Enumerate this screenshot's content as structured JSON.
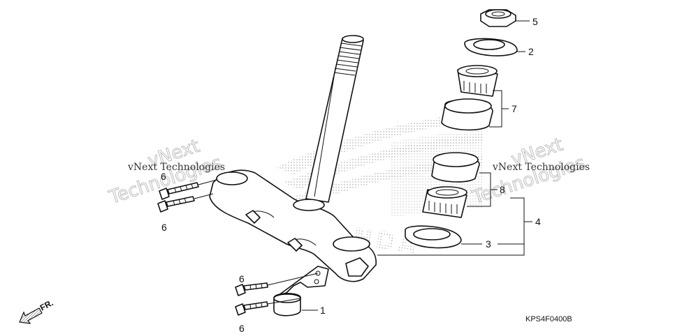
{
  "callouts": {
    "p1": "1",
    "p2": "2",
    "p3": "3",
    "p4": "4",
    "p5": "5",
    "p6a": "6",
    "p6b": "6",
    "p6c": "6",
    "p6d": "6",
    "p7": "7",
    "p8": "8"
  },
  "watermarks": {
    "left_line1": "vNext",
    "left_line2": "Technologies",
    "left_small": "vNext Technologies",
    "right_line1": "vNext",
    "right_line2": "Technologies",
    "right_small": "vNext Technologies"
  },
  "background_logo": "HONDA",
  "front_indicator": "FR.",
  "diagram_code": "KPS4F0400B"
}
